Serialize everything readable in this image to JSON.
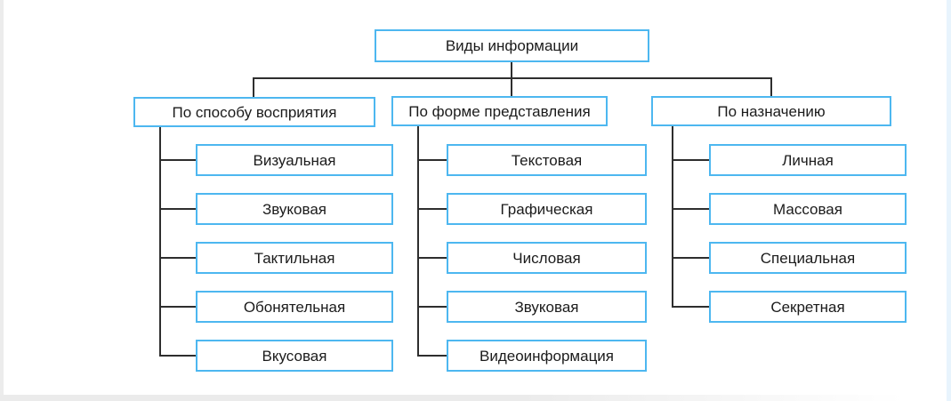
{
  "diagram": {
    "title": "Виды информации",
    "branches": [
      {
        "label": "По способу восприятия",
        "children": [
          "Визуальная",
          "Звуковая",
          "Тактильная",
          "Обонятельная",
          "Вкусовая"
        ]
      },
      {
        "label": "По форме представления",
        "children": [
          "Текстовая",
          "Графическая",
          "Числовая",
          "Звуковая",
          "Видеоинформация"
        ]
      },
      {
        "label": "По назначению",
        "children": [
          "Личная",
          "Массовая",
          "Специальная",
          "Секретная"
        ]
      }
    ],
    "colors": {
      "box_border": "#4db7f0",
      "connector": "#2e2e2e",
      "text": "#1b1b1b",
      "page_background": "#ffffff",
      "left_edge": "#ececec",
      "right_edge": "#e8f4fd",
      "bottom_band": "#ebebeb"
    }
  }
}
